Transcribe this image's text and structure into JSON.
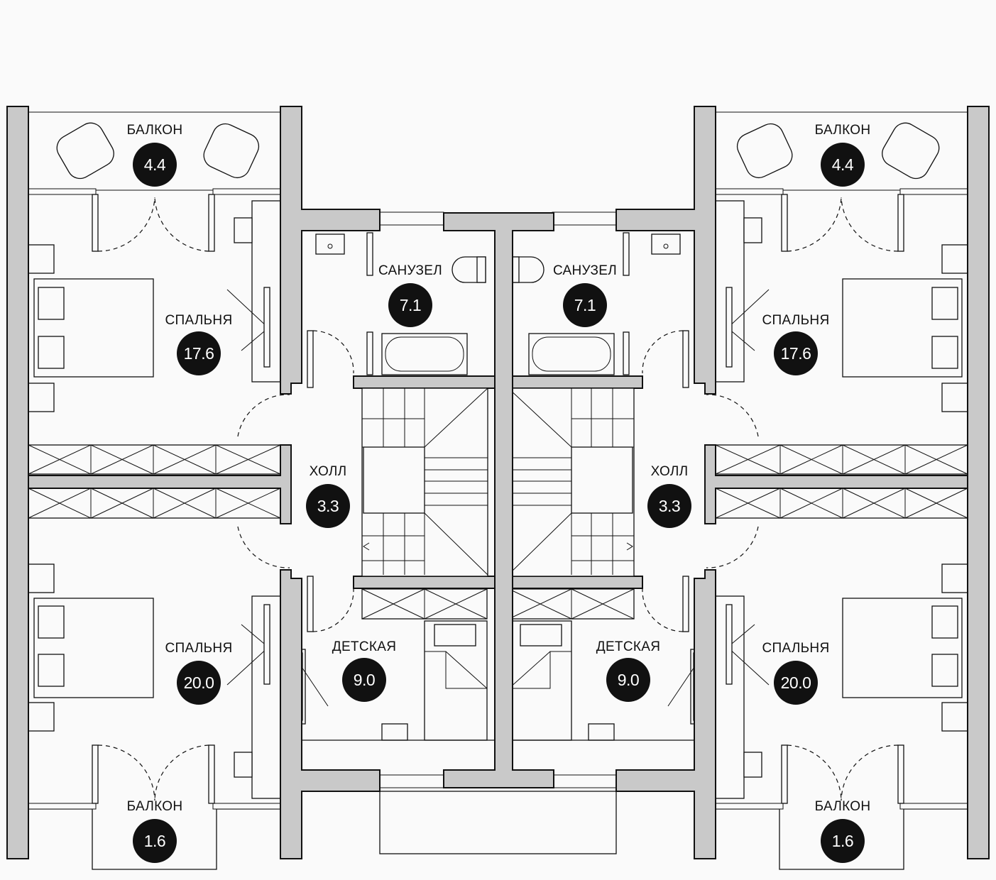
{
  "plan": {
    "rooms": {
      "balcony_top_left": {
        "name": "БАЛКОН",
        "area": "4.4"
      },
      "bathroom_left": {
        "name": "САНУЗЕЛ",
        "area": "7.1"
      },
      "bedroom_top_left": {
        "name": "СПАЛЬНЯ",
        "area": "17.6"
      },
      "hall_left": {
        "name": "ХОЛЛ",
        "area": "3.3"
      },
      "bedroom_bottom_left": {
        "name": "СПАЛЬНЯ",
        "area": "20.0"
      },
      "kids_left": {
        "name": "ДЕТСКАЯ",
        "area": "9.0"
      },
      "balcony_bottom_left": {
        "name": "БАЛКОН",
        "area": "1.6"
      },
      "balcony_top_right": {
        "name": "БАЛКОН",
        "area": "4.4"
      },
      "bathroom_right": {
        "name": "САНУЗЕЛ",
        "area": "7.1"
      },
      "bedroom_top_right": {
        "name": "СПАЛЬНЯ",
        "area": "17.6"
      },
      "hall_right": {
        "name": "ХОЛЛ",
        "area": "3.3"
      },
      "bedroom_bottom_right": {
        "name": "СПАЛЬНЯ",
        "area": "20.0"
      },
      "kids_right": {
        "name": "ДЕТСКАЯ",
        "area": "9.0"
      },
      "balcony_bottom_right": {
        "name": "БАЛКОН",
        "area": "1.6"
      }
    },
    "colors": {
      "wall": "#c9c9c9",
      "badge": "#111111",
      "background": "#fafafa"
    }
  }
}
